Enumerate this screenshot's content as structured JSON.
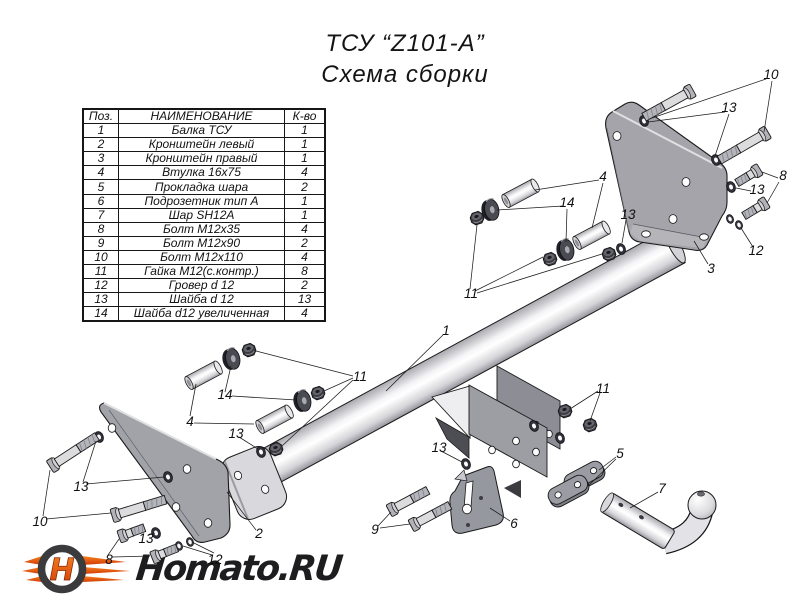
{
  "title": {
    "line1": "ТСУ “Z101-А”",
    "line2": "Схема сборки"
  },
  "parts_table": {
    "headers": {
      "pos": "Поз.",
      "name": "НАИМЕНОВАНИЕ",
      "qty": "К-во"
    },
    "rows": [
      {
        "pos": "1",
        "name": "Балка ТСУ",
        "qty": "1"
      },
      {
        "pos": "2",
        "name": "Кронштейн левый",
        "qty": "1"
      },
      {
        "pos": "3",
        "name": "Кронштейн правый",
        "qty": "1"
      },
      {
        "pos": "4",
        "name": "Втулка 16х75",
        "qty": "4"
      },
      {
        "pos": "5",
        "name": "Прокладка шара",
        "qty": "2"
      },
      {
        "pos": "6",
        "name": "Подрозетник тип А",
        "qty": "1"
      },
      {
        "pos": "7",
        "name": "Шар SH12A",
        "qty": "1"
      },
      {
        "pos": "8",
        "name": "Болт М12х35",
        "qty": "4"
      },
      {
        "pos": "9",
        "name": "Болт М12х90",
        "qty": "2"
      },
      {
        "pos": "10",
        "name": "Болт М12х110",
        "qty": "4"
      },
      {
        "pos": "11",
        "name": "Гайка М12(с.контр.)",
        "qty": "8"
      },
      {
        "pos": "12",
        "name": "Гровер d 12",
        "qty": "2"
      },
      {
        "pos": "13",
        "name": "Шайба d 12",
        "qty": "13"
      },
      {
        "pos": "14",
        "name": "Шайба d12 увеличенная",
        "qty": "4"
      }
    ]
  },
  "logo": {
    "text": "Homato.RU",
    "monogram": "H",
    "wing_color": "#e8480e",
    "ring_color": "#3b3b3e"
  },
  "drawing": {
    "callouts": [
      {
        "label": "10"
      },
      {
        "label": "13"
      },
      {
        "label": "8"
      },
      {
        "label": "13"
      },
      {
        "label": "12"
      },
      {
        "label": "3"
      },
      {
        "label": "4"
      },
      {
        "label": "14"
      },
      {
        "label": "13"
      },
      {
        "label": "11"
      },
      {
        "label": "1"
      },
      {
        "label": "11"
      },
      {
        "label": "14"
      },
      {
        "label": "4"
      },
      {
        "label": "13"
      },
      {
        "label": "13"
      },
      {
        "label": "11"
      },
      {
        "label": "5"
      },
      {
        "label": "7"
      },
      {
        "label": "6"
      },
      {
        "label": "9"
      },
      {
        "label": "2"
      },
      {
        "label": "10"
      },
      {
        "label": "13"
      },
      {
        "label": "13"
      },
      {
        "label": "8"
      },
      {
        "label": "12"
      }
    ]
  }
}
